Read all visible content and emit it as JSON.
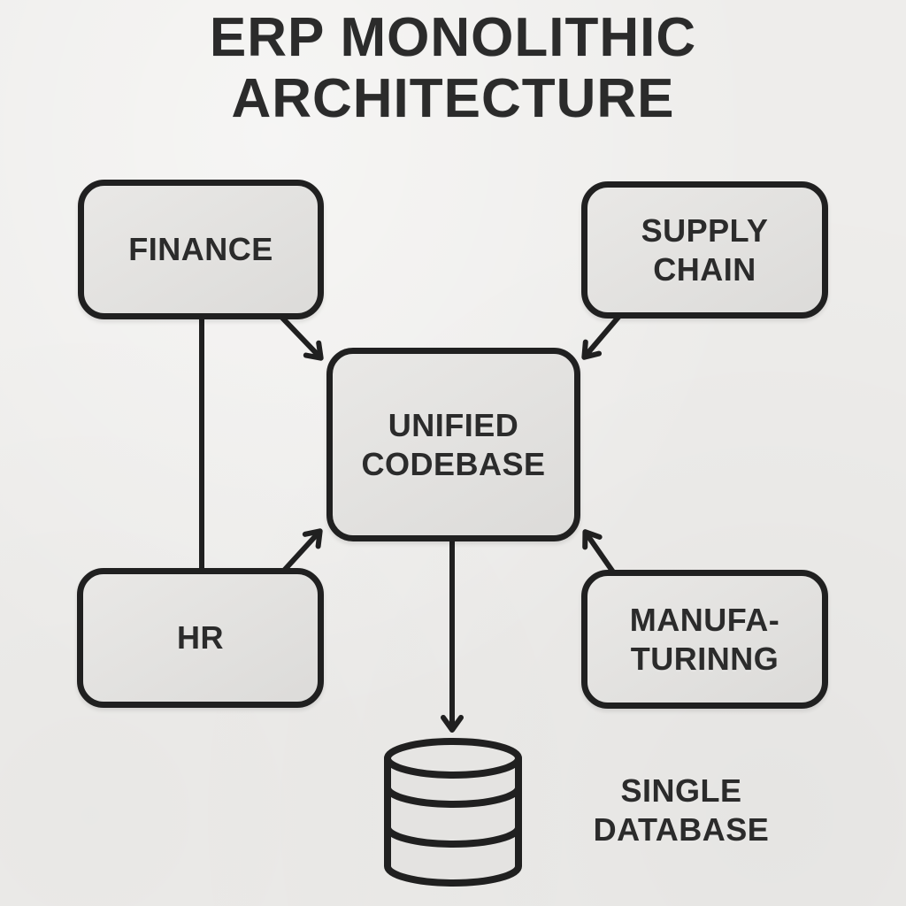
{
  "title": "ERP MONOLITHIC ARCHITECTURE",
  "diagram": {
    "nodes": [
      {
        "id": "finance",
        "label": "FINANCE",
        "shape": "rounded-box"
      },
      {
        "id": "supply-chain",
        "label": "SUPPLY CHAIN",
        "shape": "rounded-box"
      },
      {
        "id": "unified-codebase",
        "label": "UNIFIED CODEBASE",
        "shape": "rounded-box"
      },
      {
        "id": "hr",
        "label": "HR",
        "shape": "rounded-box"
      },
      {
        "id": "manufacturing",
        "label": "MANUFA-TURINNG",
        "shape": "rounded-box"
      },
      {
        "id": "single-database",
        "label": "SINGLE DATABASE",
        "shape": "database-cylinder"
      }
    ],
    "edges": [
      {
        "from": "finance",
        "to": "unified-codebase",
        "type": "arrow"
      },
      {
        "from": "supply-chain",
        "to": "unified-codebase",
        "type": "arrow"
      },
      {
        "from": "hr",
        "to": "unified-codebase",
        "type": "arrow"
      },
      {
        "from": "manufacturing",
        "to": "unified-codebase",
        "type": "arrow"
      },
      {
        "from": "finance",
        "to": "hr",
        "type": "line"
      },
      {
        "from": "unified-codebase",
        "to": "single-database",
        "type": "arrow"
      }
    ]
  },
  "colors": {
    "background": "#eeedeb",
    "node_fill": "#e4e3e1",
    "stroke": "#202020",
    "text": "#2b2b2b"
  }
}
